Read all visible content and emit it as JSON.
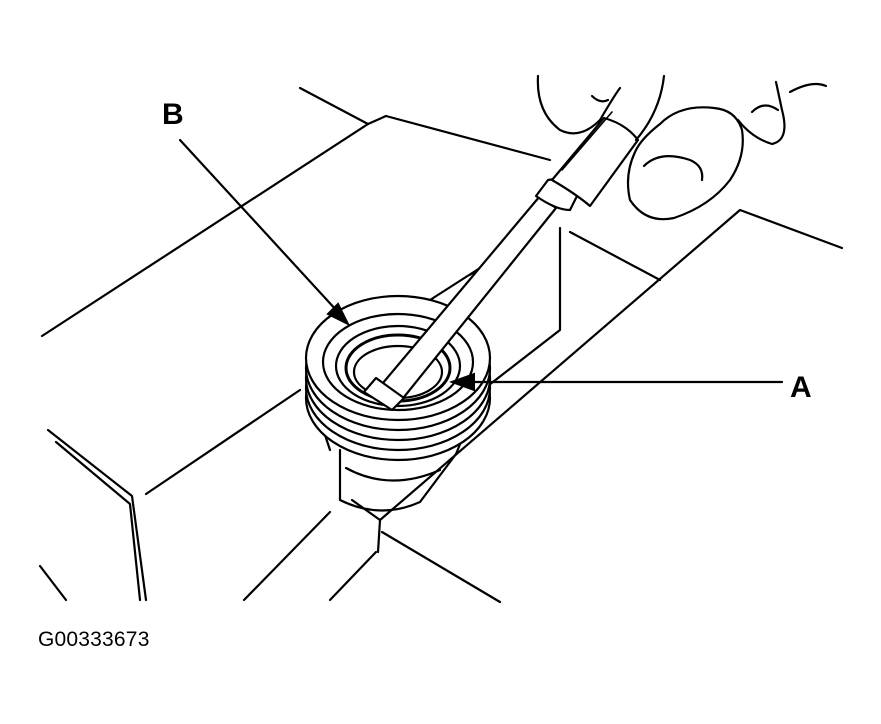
{
  "callouts": {
    "a": "A",
    "b": "B"
  },
  "figure_code": "G00333673",
  "colors": {
    "ink": "#000000",
    "paper": "#ffffff"
  }
}
